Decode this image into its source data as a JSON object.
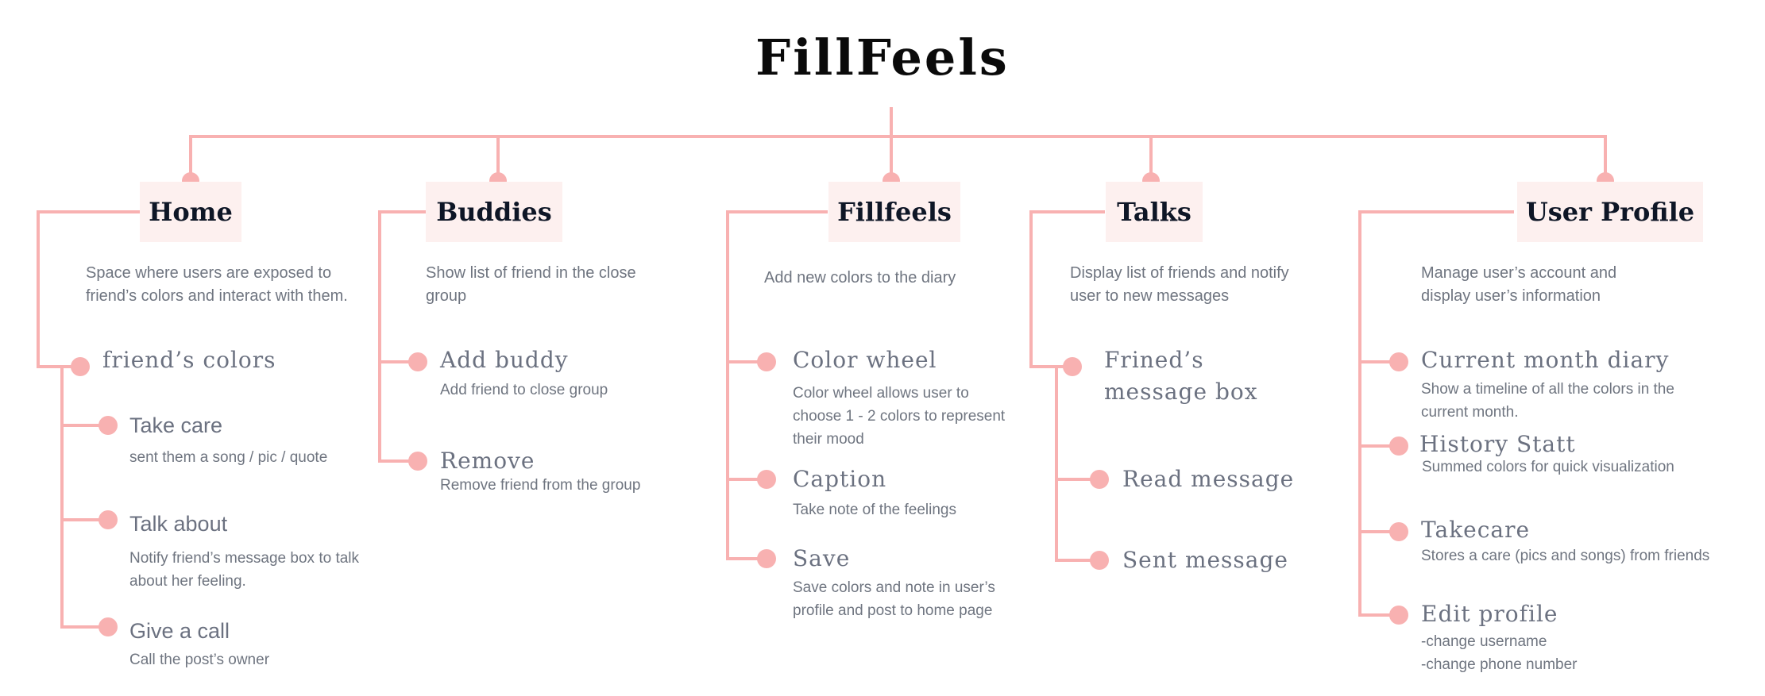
{
  "title": "FillFeels",
  "accent": "#f8b1b1",
  "categories": {
    "home": {
      "label": "Home",
      "description": " Space where users are exposed to friend’s colors and interact with them.",
      "feature": "friend’s colors",
      "items": [
        {
          "title": "Take care",
          "sub": "sent them a song / pic / quote"
        },
        {
          "title": "Talk about",
          "sub": "Notify friend’s message box to talk about her feeling."
        },
        {
          "title": "Give a call",
          "sub": "Call the post’s owner"
        }
      ]
    },
    "buddies": {
      "label": "Buddies",
      "description": "Show list of friend in the close group",
      "items": [
        {
          "title": "Add buddy",
          "sub": "Add friend to close group"
        },
        {
          "title": "Remove",
          "sub": "Remove friend from the group"
        }
      ]
    },
    "fillfeels": {
      "label": "Fillfeels",
      "description": "Add new colors to the diary",
      "items": [
        {
          "title": "Color wheel",
          "sub": "Color wheel allows user to choose 1 - 2 colors to represent  their mood"
        },
        {
          "title": "Caption",
          "sub": "Take note of the feelings"
        },
        {
          "title": "Save",
          "sub": "Save colors and note in user’s profile and post to home page"
        }
      ]
    },
    "talks": {
      "label": "Talks",
      "description": "Display list of friends and notify user to new messages",
      "feature": "Frined’s message box",
      "items": [
        {
          "title": "Read message"
        },
        {
          "title": "Sent message"
        }
      ]
    },
    "profile": {
      "label": "User Profile",
      "description": "Manage user’s account and display user’s information",
      "items": [
        {
          "title": "Current month diary",
          "sub": "Show a timeline of all the colors in the current month."
        },
        {
          "title": "History Statt",
          "sub": "Summed colors for quick visualization"
        },
        {
          "title": "Takecare",
          "sub": "Stores a care (pics and songs) from friends"
        },
        {
          "title": "Edit profile",
          "sub": "-change username",
          "sub2": "-change phone number"
        }
      ]
    }
  }
}
